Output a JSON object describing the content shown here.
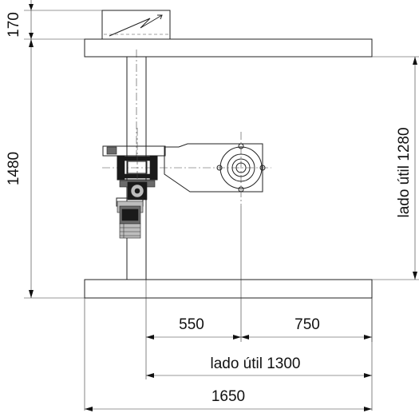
{
  "dimensions": {
    "base_width": "1650",
    "useful_width": "lado útil 1300",
    "left_offset": "550",
    "right_offset": "750",
    "total_height": "1480",
    "top_height": "170",
    "useful_height": "lado útil 1280"
  }
}
